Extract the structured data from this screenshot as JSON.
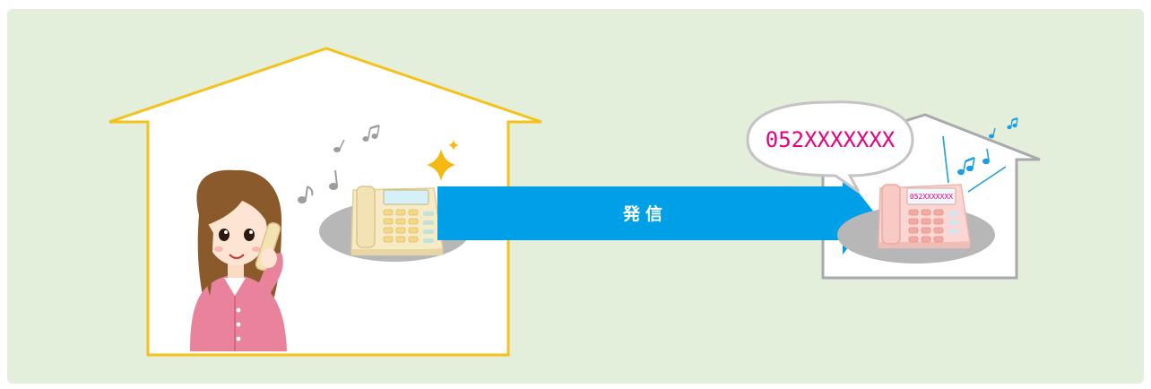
{
  "arrow": {
    "label": "発信"
  },
  "bubble": {
    "number": "052XXXXXXX"
  },
  "phone_display": {
    "number": "052XXXXXXX"
  },
  "colors": {
    "panel": "#e3eedb",
    "caller_house": "#f4c21a",
    "callee_house": "#a7a9ac",
    "arrow": "#00a0e9",
    "number_text": "#e6007e",
    "music_notes_left": "#9d9d9d",
    "music_notes_right": "#1aa0dc"
  },
  "icons": [
    "woman-caller-icon",
    "beige-desk-phone-icon",
    "pink-desk-phone-icon",
    "sparkle-icon",
    "music-note-icon"
  ]
}
